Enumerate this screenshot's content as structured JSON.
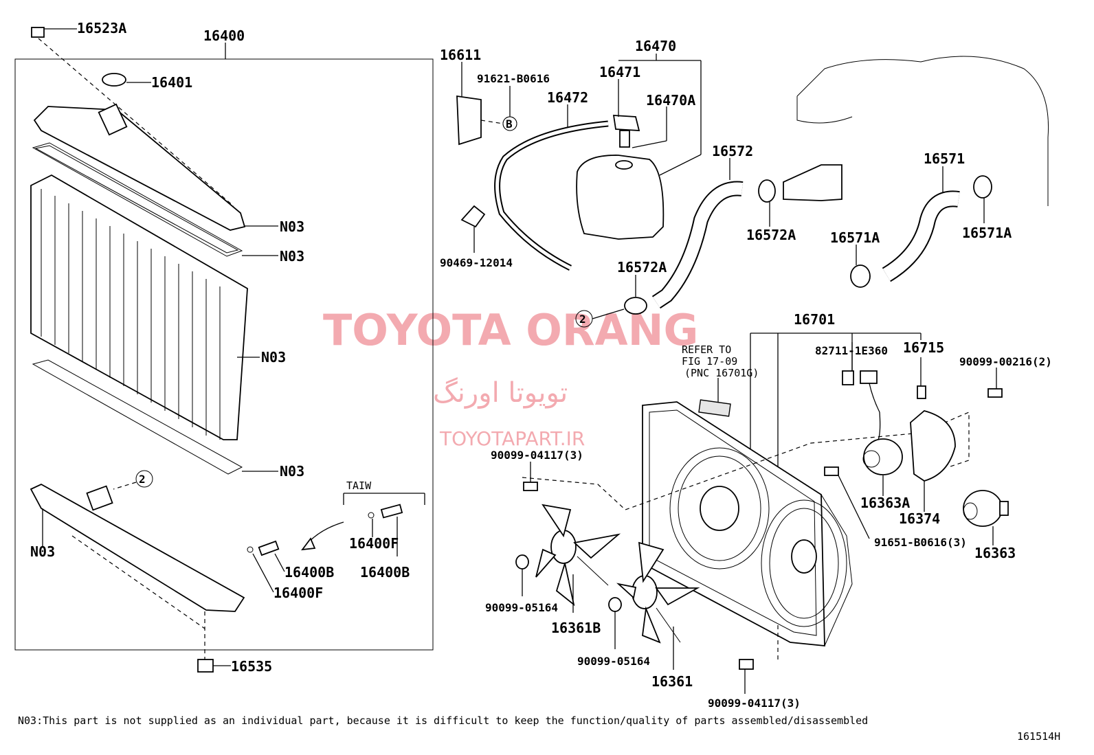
{
  "watermark": {
    "brand": "TOYOTA ORANG",
    "persian": "تویوتا اورنگ",
    "site": "TOYOTAPART.IR"
  },
  "labels": {
    "p16523A": "16523A",
    "p16400": "16400",
    "p16401": "16401",
    "n03_a": "N03",
    "n03_b": "N03",
    "n03_c": "N03",
    "n03_d": "N03",
    "n03_e": "N03",
    "taiw": "TAIW",
    "p16400F_a": "16400F",
    "p16400B_a": "16400B",
    "p16400B_b": "16400B",
    "p16400F_b": "16400F",
    "p16535": "16535",
    "p16611": "16611",
    "p91621": "91621-B0616",
    "circle_b": "B",
    "p16472": "16472",
    "p16471": "16471",
    "p16470": "16470",
    "p16470A": "16470A",
    "p90469": "90469-12014",
    "p16572": "16572",
    "p16572A_a": "16572A",
    "p16572A_b": "16572A",
    "circle_2a": "2",
    "circle_2b": "2",
    "p16571": "16571",
    "p16571A_a": "16571A",
    "p16571A_b": "16571A",
    "p16701": "16701",
    "refer_1": "REFER TO",
    "refer_2": "FIG 17-09",
    "refer_3": "(PNC 16701G)",
    "p82711": "82711-1E360",
    "p16715": "16715",
    "p90099_00216": "90099-00216(2)",
    "p90099_04117_a": "90099-04117(3)",
    "p16363A": "16363A",
    "p16374": "16374",
    "p91651": "91651-B0616(3)",
    "p16363": "16363",
    "p90099_05164_a": "90099-05164",
    "p16361B": "16361B",
    "p90099_05164_b": "90099-05164",
    "p16361": "16361",
    "p90099_04117_b": "90099-04117(3)"
  },
  "footnote": "N03:This part is not supplied as an individual part, because it is difficult to keep the function/quality of parts assembled/disassembled",
  "figure_id": "161514H"
}
